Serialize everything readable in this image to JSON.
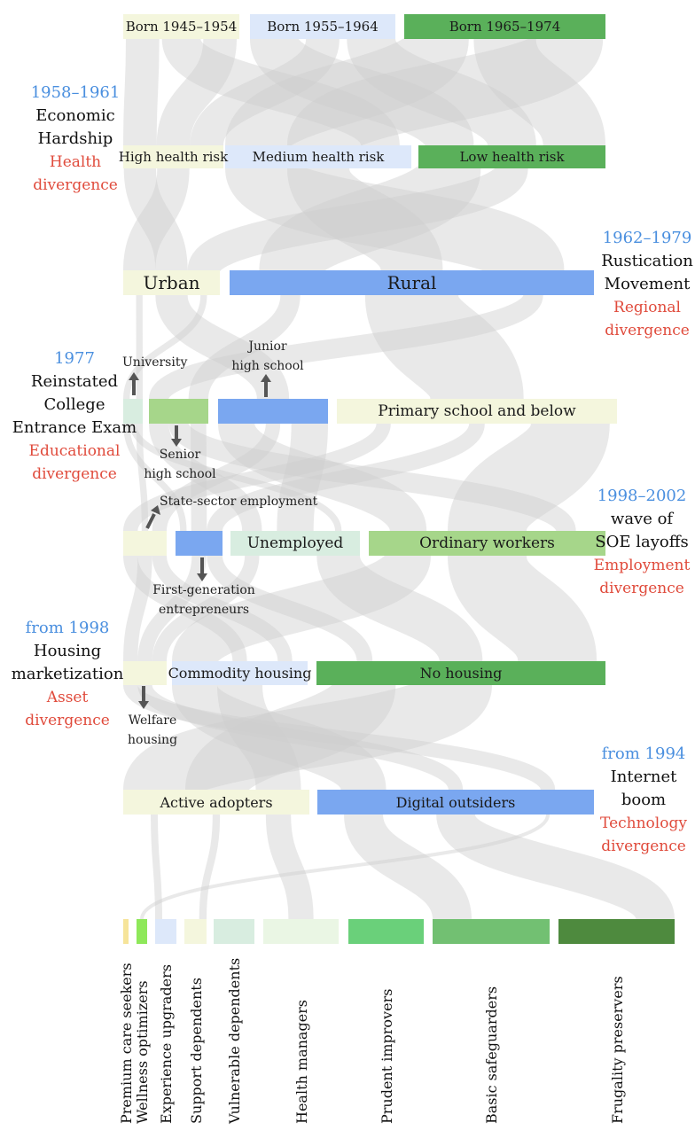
{
  "levels": [
    {
      "id": "cohort",
      "nodes": [
        {
          "id": "b45",
          "label": "Born 1945–1954",
          "color": "#f4f6dd"
        },
        {
          "id": "b55",
          "label": "Born 1955–1964",
          "color": "#dde8fa"
        },
        {
          "id": "b65",
          "label": "Born 1965–1974",
          "color": "#5ab05a"
        }
      ]
    },
    {
      "id": "health",
      "nodes": [
        {
          "id": "hh",
          "label": "High health risk",
          "color": "#f4f6dd"
        },
        {
          "id": "mh",
          "label": "Medium health risk",
          "color": "#dde8fa"
        },
        {
          "id": "lh",
          "label": "Low health risk",
          "color": "#5ab05a"
        }
      ]
    },
    {
      "id": "region",
      "nodes": [
        {
          "id": "urban",
          "label": "Urban",
          "color": "#f4f6dd"
        },
        {
          "id": "rural",
          "label": "Rural",
          "color": "#7aa7f0"
        }
      ]
    },
    {
      "id": "education",
      "nodes": [
        {
          "id": "uni",
          "label": "",
          "color": "#d8ede0"
        },
        {
          "id": "shs",
          "label": "",
          "color": "#a6d68a"
        },
        {
          "id": "jhs",
          "label": "",
          "color": "#7aa7f0"
        },
        {
          "id": "pri",
          "label": "Primary school and below",
          "color": "#f4f6dd"
        }
      ]
    },
    {
      "id": "employment",
      "nodes": [
        {
          "id": "sse",
          "label": "",
          "color": "#f4f6dd"
        },
        {
          "id": "fge",
          "label": "",
          "color": "#7aa7f0"
        },
        {
          "id": "une",
          "label": "Unemployed",
          "color": "#d8ede0"
        },
        {
          "id": "ow",
          "label": "Ordinary workers",
          "color": "#a6d68a"
        }
      ]
    },
    {
      "id": "housing",
      "nodes": [
        {
          "id": "wh",
          "label": "",
          "color": "#f4f6dd"
        },
        {
          "id": "ch",
          "label": "Commodity housing",
          "color": "#dde8fa"
        },
        {
          "id": "nh",
          "label": "No housing",
          "color": "#5ab05a"
        }
      ]
    },
    {
      "id": "digital",
      "nodes": [
        {
          "id": "aa",
          "label": "Active adopters",
          "color": "#f4f6dd"
        },
        {
          "id": "do",
          "label": "Digital outsiders",
          "color": "#7aa7f0"
        }
      ]
    },
    {
      "id": "outcome",
      "nodes": [
        {
          "id": "o1",
          "label": "Premium care seekers",
          "color": "#f6e49a"
        },
        {
          "id": "o2",
          "label": "Wellness optimizers",
          "color": "#8ee85a"
        },
        {
          "id": "o3",
          "label": "Experience upgraders",
          "color": "#dde8fa"
        },
        {
          "id": "o4",
          "label": "Support dependents",
          "color": "#f4f6dd"
        },
        {
          "id": "o5",
          "label": "Vulnerable dependents",
          "color": "#d8ede0"
        },
        {
          "id": "o6",
          "label": "Health managers",
          "color": "#eaf6e4"
        },
        {
          "id": "o7",
          "label": "Prudent improvers",
          "color": "#6ad07a"
        },
        {
          "id": "o8",
          "label": "Basic safeguarders",
          "color": "#72c072"
        },
        {
          "id": "o9",
          "label": "Frugality preservers",
          "color": "#4e8a3e"
        }
      ]
    }
  ],
  "events": [
    {
      "year": "1958–1961",
      "name_lines": [
        "Economic",
        "Hardship"
      ],
      "divergence_lines": [
        "Health",
        "divergence"
      ]
    },
    {
      "year": "1962–1979",
      "name_lines": [
        "Rustication",
        "Movement"
      ],
      "divergence_lines": [
        "Regional",
        "divergence"
      ]
    },
    {
      "year": "1977",
      "name_lines": [
        "Reinstated",
        "College",
        "Entrance Exam"
      ],
      "divergence_lines": [
        "Educational",
        "divergence"
      ]
    },
    {
      "year": "1998–2002",
      "name_lines": [
        "wave of",
        "SOE layoffs"
      ],
      "divergence_lines": [
        "Employment",
        "divergence"
      ]
    },
    {
      "year": "from 1998",
      "name_lines": [
        "Housing",
        "marketization"
      ],
      "divergence_lines": [
        "Asset",
        "divergence"
      ]
    },
    {
      "year": "from 1994",
      "name_lines": [
        "Internet",
        "boom"
      ],
      "divergence_lines": [
        "Technology",
        "divergence"
      ]
    }
  ],
  "annotations": [
    {
      "id": "university",
      "lines": [
        "University"
      ]
    },
    {
      "id": "junior",
      "lines": [
        "Junior",
        "high school"
      ]
    },
    {
      "id": "senior",
      "lines": [
        "Senior",
        "high school"
      ]
    },
    {
      "id": "state",
      "lines": [
        "State-sector employment"
      ]
    },
    {
      "id": "firstgen",
      "lines": [
        "First-generation",
        "entrepreneurs"
      ]
    },
    {
      "id": "welfare",
      "lines": [
        "Welfare",
        "housing"
      ]
    }
  ],
  "colors": {
    "flow": "#cfcfcf",
    "arrow": "#555555",
    "event_year": "#4a8fdf",
    "event_divergence": "#e04b3c"
  }
}
